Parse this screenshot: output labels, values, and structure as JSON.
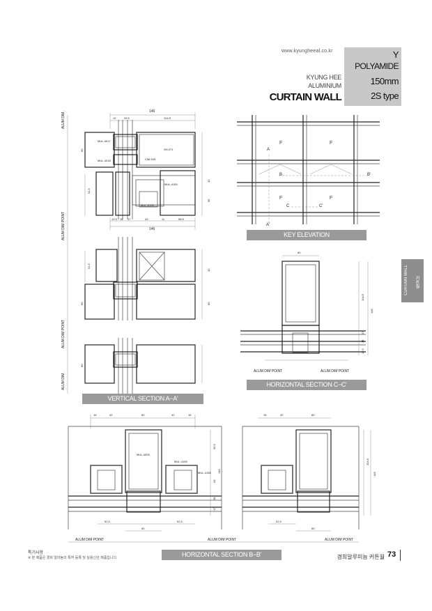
{
  "header": {
    "website": "www.kyungheeal.co.kr",
    "brand_line1": "KYUNG HEE",
    "brand_line2": "ALUMINIUM",
    "product": "CURTAIN WALL",
    "type_lines": [
      "Y",
      "POLYAMIDE",
      "150mm",
      "2S type"
    ]
  },
  "side_tab": {
    "line1": "CURTAIN WALL",
    "line2": "커튼월"
  },
  "labels": {
    "vertical_section": "VERTICAL SECTION A−A'",
    "key_elevation": "KEY ELEVATION",
    "horizontal_cc": "HORIZONTAL SECTION C−C'",
    "horizontal_bb": "HORIZONTAL SECTION B−B'"
  },
  "dimension_labels": {
    "alum_dim": "ALUM DIM.",
    "alum_dim_point": "ALUM DIM POINT",
    "v_top": [
      "146",
      "12",
      "29.5",
      "104.5"
    ],
    "v_bottom": [
      "12.5",
      "16",
      "17",
      "43",
      "11",
      "58.5"
    ],
    "v_bottom_total": "146",
    "v_side": [
      "60",
      "51.5",
      "42",
      "96",
      "51.5",
      "42",
      "60",
      "60",
      "60"
    ],
    "parts": [
      "MUL-4017",
      "MUL-4018",
      "SH-071",
      "CMI-025",
      "MUL-4155",
      "MUL-4159"
    ],
    "cc": [
      "60",
      "104.5",
      "146",
      "16.5",
      "18",
      "17"
    ],
    "bb_top": [
      "16",
      "42",
      "60",
      "42",
      "16"
    ],
    "bb_top_right": [
      "16",
      "42",
      "60"
    ],
    "bb_bottom": [
      "51.5",
      "60",
      "51.5"
    ],
    "bb_bottom_right": [
      "51.5",
      "60"
    ],
    "bb_side": [
      "56.5",
      "43",
      "18",
      "17",
      "146",
      "104.5",
      "146"
    ],
    "bb_parts": [
      "MUL-4005",
      "MUL-4155",
      "MUL-4158"
    ]
  },
  "key_elevation": {
    "panels": [
      "F",
      "F",
      "F",
      "F"
    ],
    "markers": [
      "A",
      "A'",
      "B",
      "B'",
      "C",
      "C'"
    ]
  },
  "footer": {
    "note_title": "특기사항",
    "note_text": "※ 본 제품은 경희 알미늄의 특허 등록 및 실용신안 제품입니다.",
    "right_text": "경희알루미늄 커튼월",
    "page_number": "73"
  }
}
